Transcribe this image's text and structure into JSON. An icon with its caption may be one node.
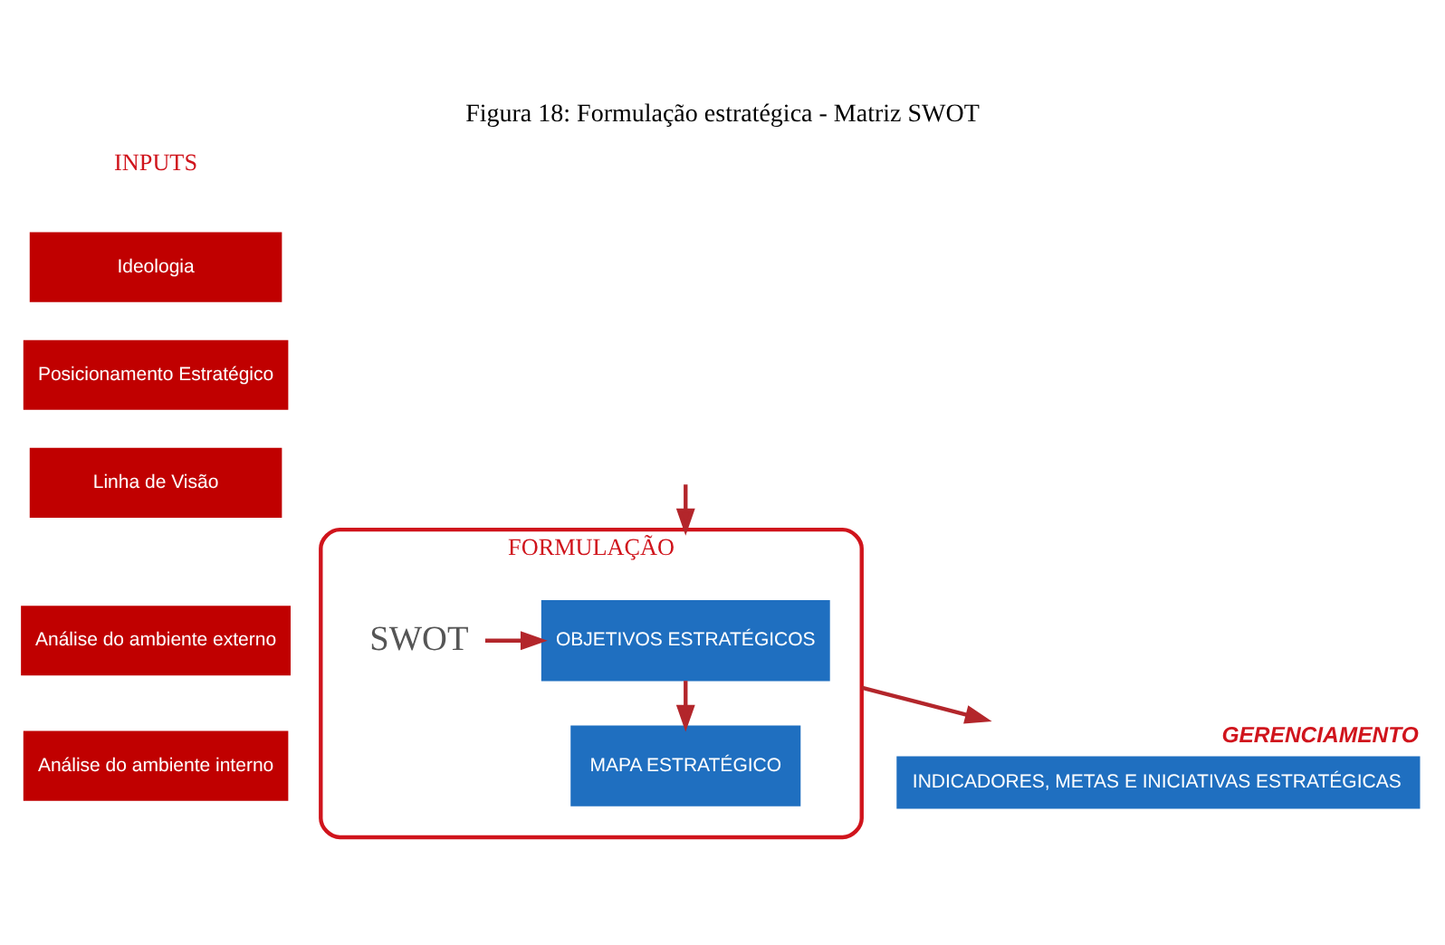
{
  "diagram": {
    "caption": "Figura 18: Formulação estratégica - Matriz SWOT",
    "nodes": [
      {
        "text": [
          "Ideologia"
        ]
      },
      {
        "text": [
          "Posicionamento Estratégico"
        ]
      },
      {
        "text": [
          "Linha de Visão"
        ]
      },
      {
        "text": [
          "Análise do ambiente externo"
        ]
      },
      {
        "text": [
          "Análise do ambiente interno"
        ]
      },
      {
        "text": [
          "FORMULAÇÃO"
        ]
      },
      {
        "text": [
          "SWOT"
        ],
        "in": 5
      },
      {
        "text": [
          "OBJETIVOS ESTRATÉGICOS"
        ],
        "in": 5
      },
      {
        "text": [
          "MAPA ESTRATÉGICO"
        ],
        "in": 5
      },
      {
        "text": [
          "GERENCIAMENTO",
          "INDICADORES, METAS E INICIATIVAS ESTRATÉGICAS"
        ]
      }
    ],
    "edges": [
      {
        "from": null,
        "to": 5,
        "arrow": "to"
      },
      {
        "from": 6,
        "to": 7,
        "arrow": "to"
      },
      {
        "from": 7,
        "to": 8,
        "arrow": "to"
      },
      {
        "from": 5,
        "to": 9,
        "arrow": "to"
      }
    ],
    "labels": [
      "INPUTS"
    ]
  }
}
